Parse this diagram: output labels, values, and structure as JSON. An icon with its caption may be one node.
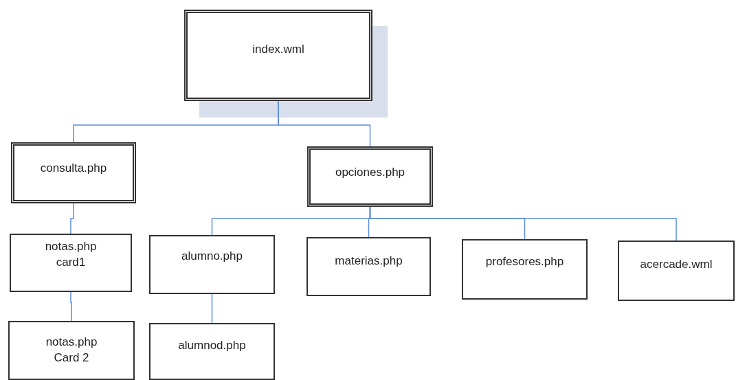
{
  "diagram": {
    "nodes": [
      {
        "text": [
          "index.wml"
        ]
      },
      {
        "text": [
          "consulta.php"
        ]
      },
      {
        "text": [
          "opciones.php"
        ]
      },
      {
        "text": [
          "notas.php card1"
        ]
      },
      {
        "text": [
          "alumno.php"
        ]
      },
      {
        "text": [
          "materias.php"
        ]
      },
      {
        "text": [
          "profesores.php"
        ]
      },
      {
        "text": [
          "acercade.wml"
        ]
      },
      {
        "text": [
          "notas.php Card 2"
        ]
      },
      {
        "text": [
          "alumnod.php"
        ]
      }
    ],
    "edges": [
      {
        "from": 0,
        "to": 1,
        "arrow": "none"
      },
      {
        "from": 0,
        "to": 2,
        "arrow": "none"
      },
      {
        "from": 1,
        "to": 3,
        "arrow": "none"
      },
      {
        "from": 2,
        "to": 4,
        "arrow": "none"
      },
      {
        "from": 2,
        "to": 5,
        "arrow": "none"
      },
      {
        "from": 2,
        "to": 6,
        "arrow": "none"
      },
      {
        "from": 2,
        "to": 7,
        "arrow": "none"
      },
      {
        "from": 3,
        "to": 8,
        "arrow": "none"
      },
      {
        "from": 4,
        "to": 9,
        "arrow": "none"
      }
    ]
  }
}
